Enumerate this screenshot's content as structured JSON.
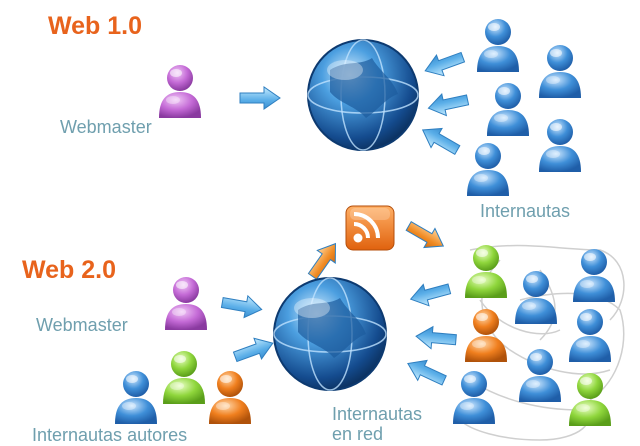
{
  "web10": {
    "title": "Web 1.0",
    "webmaster_label": "Webmaster",
    "internautas_label": "Internautas"
  },
  "web20": {
    "title": "Web 2.0",
    "webmaster_label": "Webmaster",
    "autores_label": "Internautas autores",
    "red_label_line1": "Internautas",
    "red_label_line2": "en red"
  },
  "colors": {
    "title": "#e8631c",
    "label": "#6f9fae",
    "purple_person": "#c46ad6",
    "blue_person": "#3f8fd8",
    "green_person": "#8fd63c",
    "orange_person": "#f07f1e",
    "arrow_blue": "#5aaee8",
    "arrow_orange": "#f08a22",
    "rss": "#f07a1e",
    "network_line": "#cfcfcf"
  },
  "icons": [
    "person-icon",
    "globe-icon",
    "rss-feed-icon",
    "arrow-icon"
  ]
}
